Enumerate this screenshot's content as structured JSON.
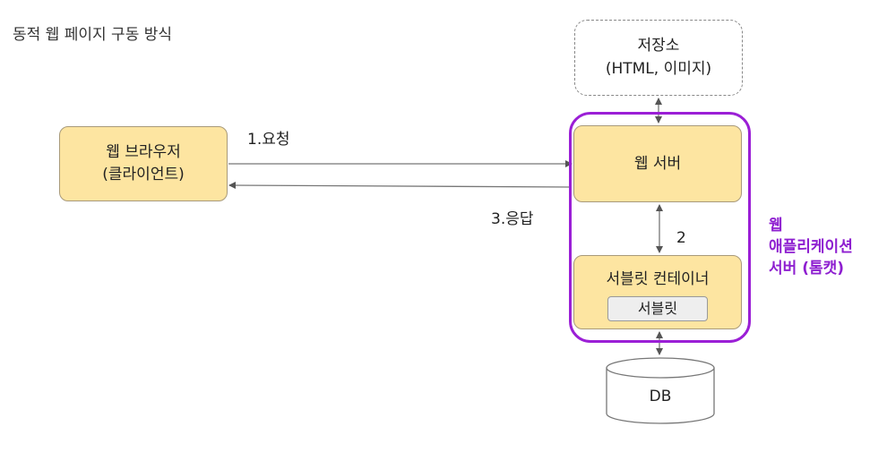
{
  "page_title": "동적 웹 페이지 구동 방식",
  "browser": {
    "line1": "웹 브라우저",
    "line2": "(클라이언트)"
  },
  "storage": {
    "line1": "저장소",
    "line2": "(HTML, 이미지)"
  },
  "web_server": {
    "label": "웹 서버"
  },
  "servlet_container": {
    "label": "서블릿 컨테이너",
    "servlet_label": "서블릿"
  },
  "was": {
    "line1": "웹",
    "line2": "애플리케이션",
    "line3": "서버 (톰캣)"
  },
  "flows": {
    "request": "1.요청",
    "step2": "2",
    "response": "3.응답"
  },
  "db": {
    "label": "DB"
  },
  "colors": {
    "box_fill": "#fde5a1",
    "was_border": "#9b1fd6",
    "was_text": "#8e1fd0"
  }
}
